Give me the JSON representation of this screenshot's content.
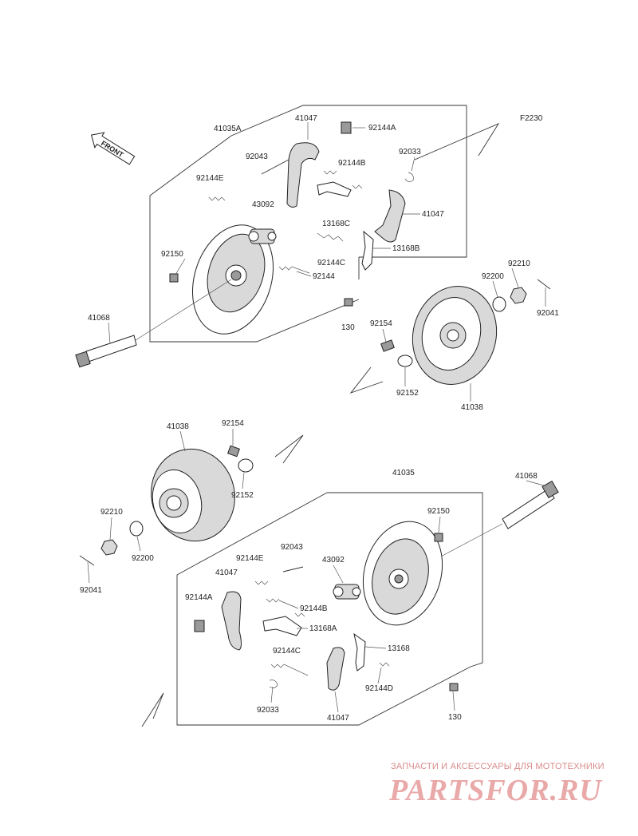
{
  "figure_code": "F2230",
  "front_arrow": {
    "label": "FRONT"
  },
  "parts": [
    {
      "id": "p1",
      "text": "41035A"
    },
    {
      "id": "p2",
      "text": "41047"
    },
    {
      "id": "p3",
      "text": "92144A"
    },
    {
      "id": "p4",
      "text": "92043"
    },
    {
      "id": "p5",
      "text": "92144B"
    },
    {
      "id": "p6",
      "text": "92033"
    },
    {
      "id": "p7",
      "text": "92144E"
    },
    {
      "id": "p8",
      "text": "43092"
    },
    {
      "id": "p9",
      "text": "13168C"
    },
    {
      "id": "p10",
      "text": "41047"
    },
    {
      "id": "p11",
      "text": "92144C"
    },
    {
      "id": "p12",
      "text": "13168B"
    },
    {
      "id": "p13",
      "text": "92150"
    },
    {
      "id": "p14",
      "text": "92144"
    },
    {
      "id": "p15",
      "text": "92210"
    },
    {
      "id": "p16",
      "text": "92200"
    },
    {
      "id": "p17",
      "text": "92041"
    },
    {
      "id": "p18",
      "text": "41068"
    },
    {
      "id": "p19",
      "text": "130"
    },
    {
      "id": "p20",
      "text": "92154"
    },
    {
      "id": "p21",
      "text": "92152"
    },
    {
      "id": "p22",
      "text": "41038"
    },
    {
      "id": "p23",
      "text": "41038"
    },
    {
      "id": "p24",
      "text": "92154"
    },
    {
      "id": "p25",
      "text": "92152"
    },
    {
      "id": "p26",
      "text": "41035"
    },
    {
      "id": "p27",
      "text": "41068"
    },
    {
      "id": "p28",
      "text": "92210"
    },
    {
      "id": "p29",
      "text": "92200"
    },
    {
      "id": "p30",
      "text": "92150"
    },
    {
      "id": "p31",
      "text": "92041"
    },
    {
      "id": "p32",
      "text": "92043"
    },
    {
      "id": "p33",
      "text": "92144E"
    },
    {
      "id": "p34",
      "text": "43092"
    },
    {
      "id": "p35",
      "text": "41047"
    },
    {
      "id": "p36",
      "text": "92144A"
    },
    {
      "id": "p37",
      "text": "92144B"
    },
    {
      "id": "p38",
      "text": "13168A"
    },
    {
      "id": "p39",
      "text": "92144C"
    },
    {
      "id": "p40",
      "text": "13168"
    },
    {
      "id": "p41",
      "text": "92144D"
    },
    {
      "id": "p42",
      "text": "92033"
    },
    {
      "id": "p43",
      "text": "41047"
    },
    {
      "id": "p44",
      "text": "130"
    }
  ],
  "watermark": {
    "tagline": "ЗАПЧАСТИ И АКСЕССУАРЫ ДЛЯ МОТОТЕХНИКИ",
    "logo": "PARTSFOR.RU"
  }
}
